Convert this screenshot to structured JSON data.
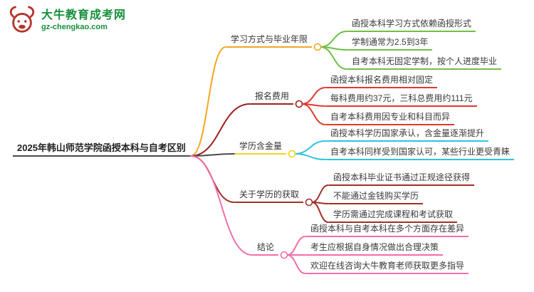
{
  "brand": {
    "name": "大牛教育成考网",
    "site": "gz-chengkao.com",
    "logo_color": "#b5342a",
    "text_color": "#168f3c"
  },
  "central": {
    "text": "2025年韩山师范学院函授本科与自考区别",
    "color": "#4a4a4a"
  },
  "branches": [
    {
      "label": "学习方式与毕业年限",
      "color": "#f5a623",
      "leaf_color": "#6fbf44",
      "children": [
        "函授本科学习方式依赖函授形式",
        "学制通常为2.5到3年",
        "自考本科无固定学制，按个人进度毕业"
      ]
    },
    {
      "label": "报名费用",
      "color": "#9e1f1f",
      "leaf_color": "#e0392e",
      "children": [
        "函授本科报名费用相对固定",
        "每科费用约37元，三科总费用约111元",
        "自考本科费用因专业和科目而异"
      ]
    },
    {
      "label": "学历含金量",
      "color": "#f2d21f",
      "leaf_color": "#2fc4de",
      "line_color": "#4a4a4a",
      "children": [
        "函授本科学历国家承认，含金量逐渐提升",
        "自考本科同样受到国家认可，某些行业更受青睐"
      ]
    },
    {
      "label": "关于学历的获取",
      "color": "#a0302a",
      "leaf_color": "#a0302a",
      "children": [
        "函授本科毕业证书通过正规途径获得",
        "不能通过金钱购买学历",
        "学历需通过完成课程和考试获取"
      ]
    },
    {
      "label": "结论",
      "color": "#f06eaa",
      "leaf_color": "#f06eaa",
      "children": [
        "函授本科与自考本科在多个方面存在差异",
        "考生应根据自身情况做出合理决策",
        "欢迎在线咨询大牛教育老师获取更多指导"
      ]
    }
  ]
}
